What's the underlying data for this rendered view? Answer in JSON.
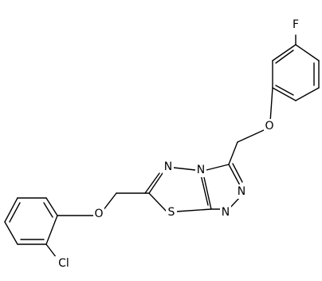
{
  "structure": {
    "atoms": [
      {
        "id": "F",
        "label": "F"
      },
      {
        "id": "O1",
        "label": "O"
      },
      {
        "id": "N1",
        "label": "N"
      },
      {
        "id": "N2",
        "label": "N"
      },
      {
        "id": "N3",
        "label": "N"
      },
      {
        "id": "N4",
        "label": "N"
      },
      {
        "id": "S",
        "label": "S"
      },
      {
        "id": "O2",
        "label": "O"
      },
      {
        "id": "Cl",
        "label": "Cl"
      }
    ]
  }
}
